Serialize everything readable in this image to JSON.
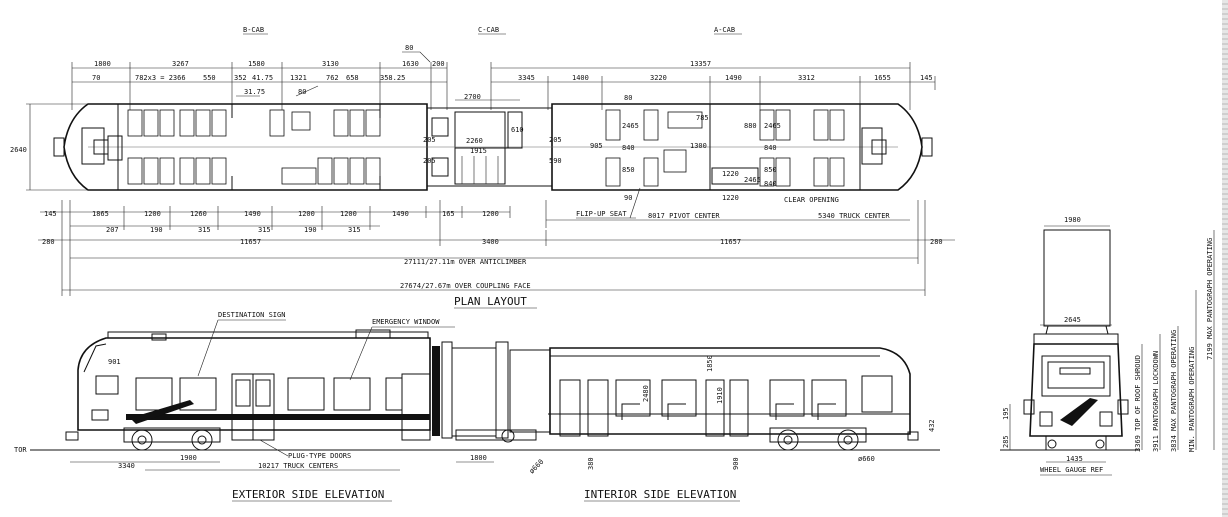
{
  "cabs": {
    "b": "B-CAB",
    "c": "C-CAB",
    "a": "A-CAB"
  },
  "plan": {
    "top_dims": {
      "r1": [
        "1800",
        "3267",
        "1580",
        "3130",
        "1630",
        "200"
      ],
      "r1b": "80",
      "r1_right": "13357",
      "r2": [
        "70",
        "782x3 = 2366",
        "550",
        "352",
        "41.75",
        "1321",
        "762",
        "658",
        "358.25"
      ],
      "r2_right": [
        "3345",
        "1400",
        "3220",
        "1490",
        "3312",
        "1655",
        "145"
      ],
      "r3": [
        "31.75",
        "80"
      ]
    },
    "inner_dims": [
      "2700",
      "205",
      "205",
      "1915",
      "2260",
      "610",
      "205",
      "590",
      "905",
      "80",
      "90",
      "2465",
      "840",
      "850",
      "1300",
      "1220",
      "1220",
      "2465",
      "840",
      "850",
      "880",
      "2465",
      "840",
      "785"
    ],
    "left_height": "2640",
    "notes": {
      "clear_opening": "CLEAR OPENING",
      "flip_up_seat": "FLIP-UP SEAT",
      "pivot_center": "8017 PIVOT CENTER",
      "truck_center": "5340 TRUCK CENTER"
    },
    "bottom_dims": {
      "r1": [
        "145",
        "1865",
        "1200",
        "1260",
        "1490",
        "1200",
        "1200",
        "1490",
        "165",
        "1200"
      ],
      "r2": [
        "207",
        "190",
        "315",
        "315",
        "190",
        "315"
      ],
      "r3": [
        "280",
        "11657",
        "3400",
        "11657",
        "280"
      ],
      "overall1": "27111/27.11m OVER ANTICLIMBER",
      "overall2": "27674/27.67m OVER COUPLING FACE"
    },
    "title": "PLAN LAYOUT"
  },
  "elevation": {
    "labels": {
      "destination_sign": "DESTINATION SIGN",
      "emergency_window": "EMERGENCY WINDOW",
      "plug_doors": "PLUG-TYPE DOORS",
      "truck_centers": "10217 TRUCK CENTERS"
    },
    "tor": "TOR",
    "dims": [
      "3340",
      "1900",
      "1800",
      "ø660",
      "ø660",
      "380",
      "900",
      "2480",
      "1910",
      "1850",
      "432"
    ],
    "ext_title": "EXTERIOR SIDE ELEVATION",
    "int_title": "INTERIOR SIDE ELEVATION"
  },
  "end_view": {
    "dims": [
      "1980",
      "2645",
      "195",
      "285",
      "1435"
    ],
    "wheel_gauge": "WHEEL GAUGE REF",
    "vertical": [
      "3369 TOP OF ROOF SHROUD",
      "3911 PANTOGRAPH LOCKDOWN",
      "3834 MAX PANTOGRAPH OPERATING",
      "7199 MAX PANTOGRAPH OPERATING"
    ],
    "mid_label": "MIN. PANTOGRAPH OPERATING"
  }
}
